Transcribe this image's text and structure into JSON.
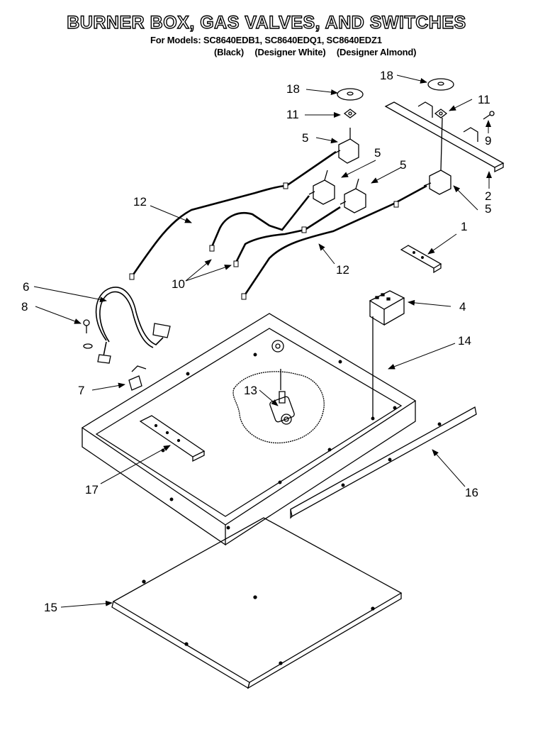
{
  "header": {
    "title": "BURNER BOX, GAS VALVES, AND SWITCHES",
    "models": "For Models: SC8640EDB1, SC8640EDQ1, SC8640EDZ1",
    "variants": [
      "(Black)",
      "(Designer White)",
      "(Designer Almond)"
    ]
  },
  "callouts": [
    {
      "id": "c18a",
      "label": "18"
    },
    {
      "id": "c18b",
      "label": "18"
    },
    {
      "id": "c11a",
      "label": "11"
    },
    {
      "id": "c11b",
      "label": "11"
    },
    {
      "id": "c5a",
      "label": "5"
    },
    {
      "id": "c5b",
      "label": "5"
    },
    {
      "id": "c5c",
      "label": "5"
    },
    {
      "id": "c5d",
      "label": "5"
    },
    {
      "id": "c9",
      "label": "9"
    },
    {
      "id": "c2",
      "label": "2"
    },
    {
      "id": "c12a",
      "label": "12"
    },
    {
      "id": "c12b",
      "label": "12"
    },
    {
      "id": "c1",
      "label": "1"
    },
    {
      "id": "c10",
      "label": "10"
    },
    {
      "id": "c6",
      "label": "6"
    },
    {
      "id": "c8",
      "label": "8"
    },
    {
      "id": "c4",
      "label": "4"
    },
    {
      "id": "c14",
      "label": "14"
    },
    {
      "id": "c13",
      "label": "13"
    },
    {
      "id": "c7",
      "label": "7"
    },
    {
      "id": "c17",
      "label": "17"
    },
    {
      "id": "c16",
      "label": "16"
    },
    {
      "id": "c15",
      "label": "15"
    }
  ]
}
